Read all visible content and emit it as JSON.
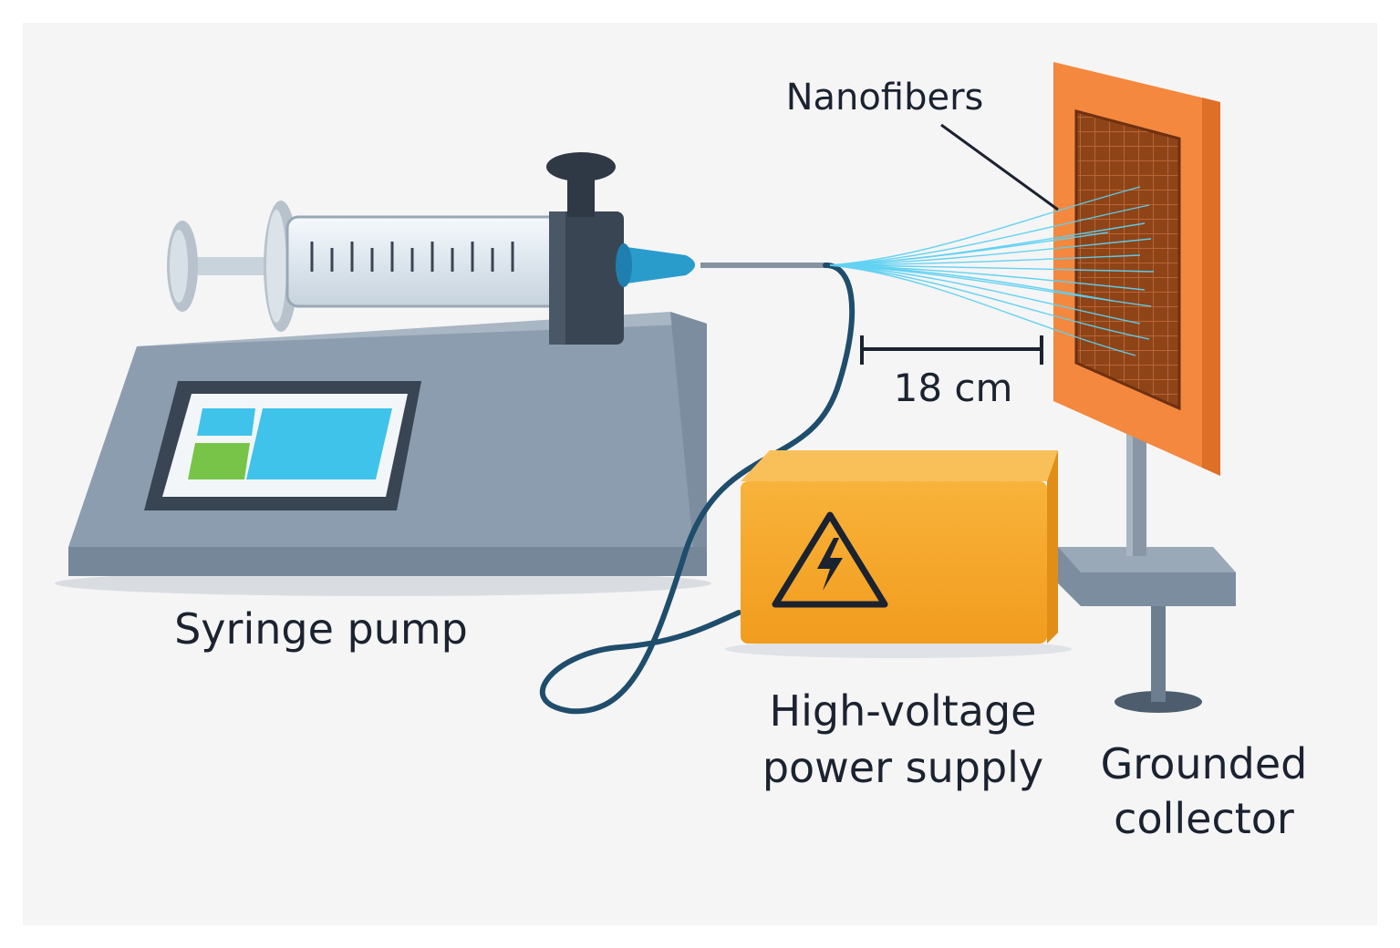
{
  "labels": {
    "nanofibers": "Nanofibers",
    "distance": "18 cm",
    "syringe_pump": "Syringe pump",
    "power_supply_line1": "High-voltage",
    "power_supply_line2": "power supply",
    "collector_line1": "Grounded",
    "collector_line2": "collector"
  },
  "colors": {
    "background": "#f5f5f5",
    "pump_body": "#8c9db0",
    "pump_dark": "#394553",
    "screen_blue": "#3fc3ea",
    "screen_green": "#78c448",
    "syringe_tube": "#e8eef4",
    "needle_tip": "#2a9ccc",
    "power_supply": "#f5a623",
    "collector_plate": "#f4883f",
    "collector_mesh": "#8f4418",
    "fiber_jet": "#5cd1f2",
    "cable": "#1f4d6c",
    "text": "#1b2230"
  },
  "icons": [
    "high-voltage-warning-icon"
  ]
}
